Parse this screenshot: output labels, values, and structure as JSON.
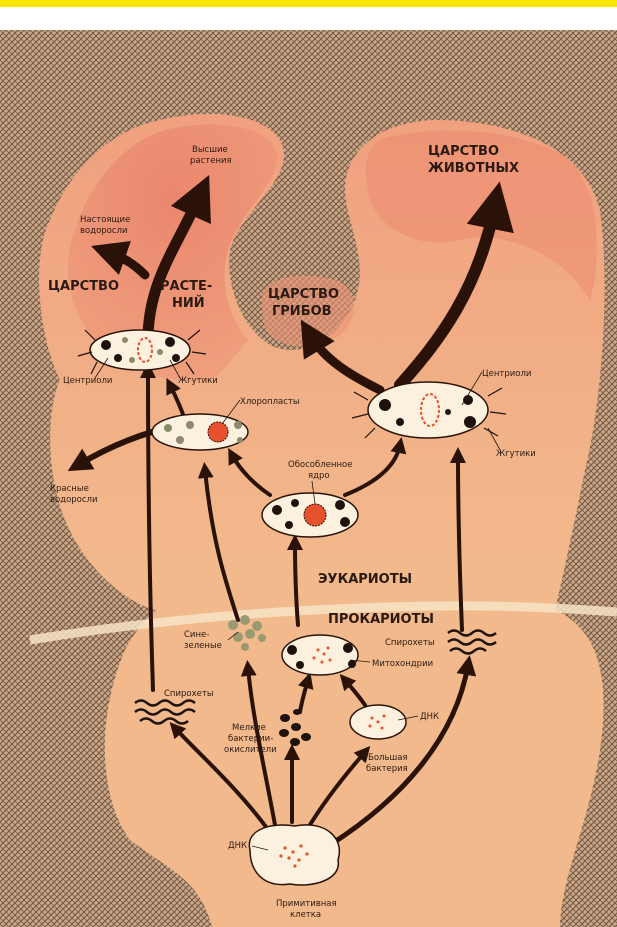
{
  "colors": {
    "top_bar": "#f7e600",
    "background": "#c9a98a",
    "hatch": "#7a5a44",
    "body_light": "#f2b98c",
    "body_mid": "#f0a07e",
    "body_dark": "#e9826a",
    "cell_fill": "#fbf1de",
    "nucleus": "#e8512e",
    "arrow": "#2a1208",
    "text": "#2a1a12",
    "divider": "#f7e3c4"
  },
  "kingdoms": {
    "plants": "ЦАРСТВО РАСТЕ-НИЙ",
    "plants_line1": "ЦАРСТВО",
    "plants_line1b": "РАСТЕ-",
    "plants_line2": "НИЙ",
    "fungi_line1": "ЦАРСТВО",
    "fungi_line2": "ГРИБОВ",
    "animals_line1": "ЦАРСТВО",
    "animals_line2": "ЖИВОТНЫХ"
  },
  "groups": {
    "eukaryotes": "ЭУКАРИОТЫ",
    "prokaryotes": "ПРОКАРИОТЫ"
  },
  "labels": {
    "higher_plants_1": "Высшие",
    "higher_plants_2": "растения",
    "true_algae_1": "Настоящие",
    "true_algae_2": "водоросли",
    "centrioles_left": "Центриоли",
    "flagella_left": "Жгутики",
    "chloroplasts": "Хлоропласты",
    "red_algae_1": "Красные",
    "red_algae_2": "водоросли",
    "nucleus_1": "Обособленное",
    "nucleus_2": "ядро",
    "centrioles_right": "Центриоли",
    "flagella_right": "Жгутики",
    "blue_green_1": "Сине-",
    "blue_green_2": "зеленые",
    "spirochetes_right": "Спирохеты",
    "mitochondria": "Митохондрии",
    "spirochetes_left": "Спирохеты",
    "small_bacteria_1": "Мелкие",
    "small_bacteria_2": "бактерии-",
    "small_bacteria_3": "окислители",
    "dna_right": "ДНК",
    "large_bacterium_1": "Большая",
    "large_bacterium_2": "бактерия",
    "dna_bottom": "ДНК",
    "primitive_cell_1": "Примитивная",
    "primitive_cell_2": "клетка"
  }
}
